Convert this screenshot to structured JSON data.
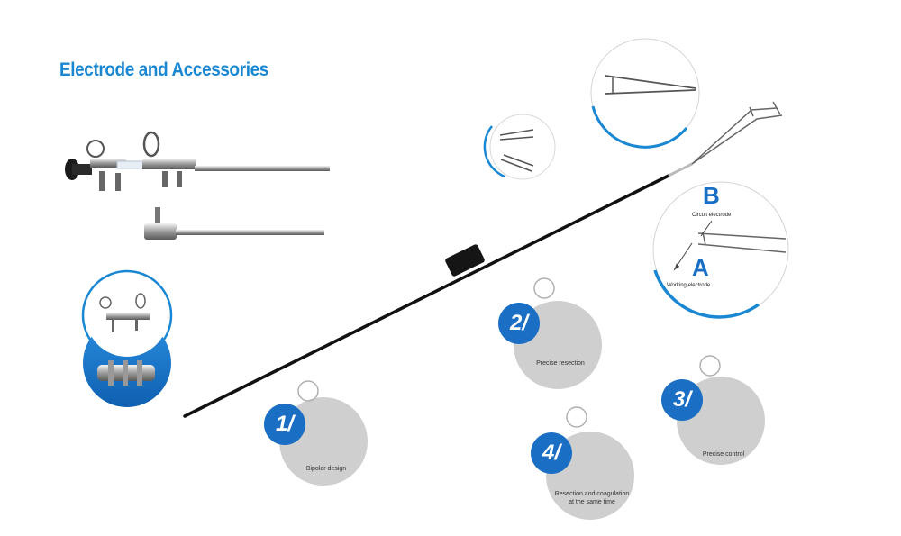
{
  "header": {
    "title": "Electrode and Accessories"
  },
  "features": [
    {
      "number": "1/",
      "label": "Bipolar design"
    },
    {
      "number": "2/",
      "label": "Precise resection"
    },
    {
      "number": "3/",
      "label": "Precise control"
    },
    {
      "number": "4/",
      "label": "Resection and coagulation at the same time"
    }
  ],
  "detail": {
    "letter_b": "B",
    "label_b": "Circuit electrode",
    "letter_a": "A",
    "label_a": "Working electrode"
  },
  "colors": {
    "accent": "#1a87d3",
    "badge": "#1a6fc4",
    "disc": "#cfcfcf"
  }
}
